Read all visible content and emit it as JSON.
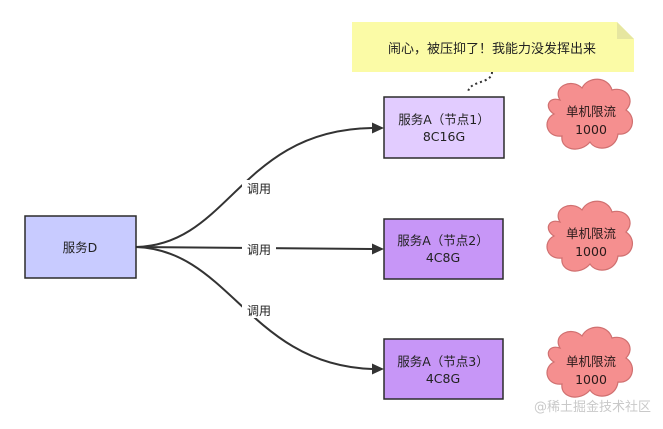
{
  "diagram": {
    "source_node": {
      "label": "服务D"
    },
    "target_nodes": [
      {
        "title": "服务A（节点1）",
        "spec": "8C16G"
      },
      {
        "title": "服务A（节点2）",
        "spec": "4C8G"
      },
      {
        "title": "服务A（节点3）",
        "spec": "4C8G"
      }
    ],
    "edges": [
      {
        "label": "调用"
      },
      {
        "label": "调用"
      },
      {
        "label": "调用"
      }
    ],
    "limit_clouds": [
      {
        "label": "单机限流",
        "value": "1000"
      },
      {
        "label": "单机限流",
        "value": "1000"
      },
      {
        "label": "单机限流",
        "value": "1000"
      }
    ],
    "note": {
      "text": "闹心，被压抑了！我能力没发挥出来"
    },
    "watermark": "@稀土掘金技术社区"
  },
  "colors": {
    "source_fill": "#c8cbff",
    "node1_fill": "#e2ccff",
    "node23_fill": "#c796f7",
    "cloud_fill": "#f58f8f",
    "note_fill": "#fbfba6",
    "edge_stroke": "#333333"
  }
}
